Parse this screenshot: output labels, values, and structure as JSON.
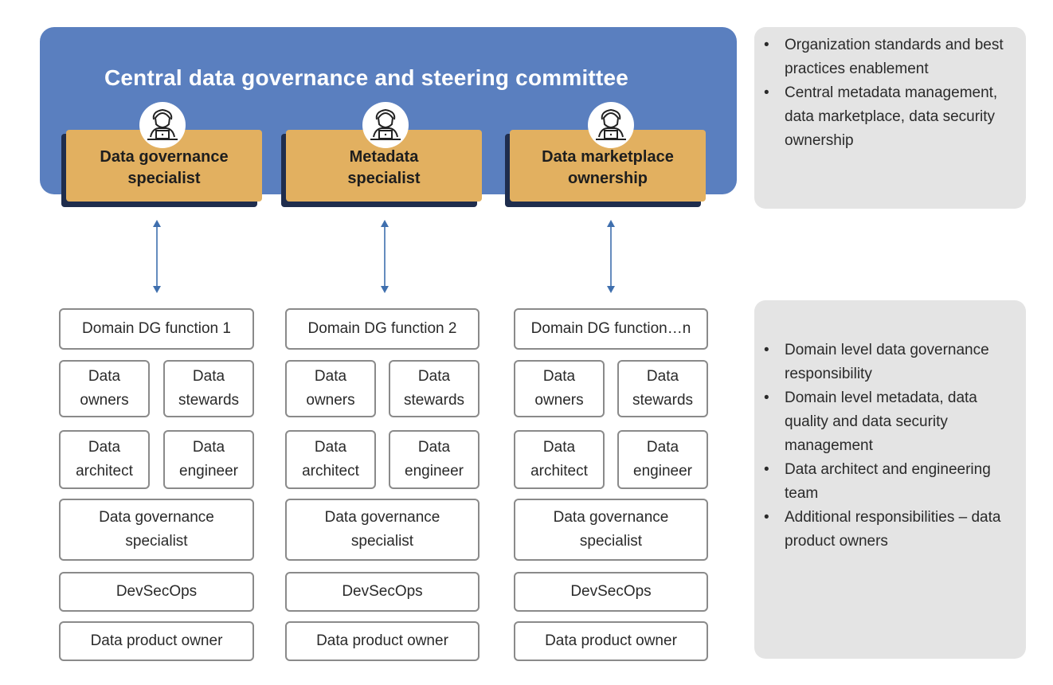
{
  "committee": {
    "title": "Central data governance and steering committee"
  },
  "specialists": [
    {
      "label": "Data governance specialist",
      "icon": "user-laptop-icon"
    },
    {
      "label": "Metadata specialist",
      "icon": "user-laptop-icon"
    },
    {
      "label": "Data marketplace ownership",
      "icon": "user-laptop-icon"
    }
  ],
  "domains": [
    {
      "function": "Domain DG function 1",
      "owners": "Data owners",
      "stewards": "Data stewards",
      "architect": "Data architect",
      "engineer": "Data engineer",
      "dg_specialist": "Data governance specialist",
      "devsecops": "DevSecOps",
      "product_owner": "Data product owner"
    },
    {
      "function": "Domain DG function 2",
      "owners": "Data owners",
      "stewards": "Data stewards",
      "architect": "Data architect",
      "engineer": "Data engineer",
      "dg_specialist": "Data governance specialist",
      "devsecops": "DevSecOps",
      "product_owner": "Data product owner"
    },
    {
      "function": "Domain DG function…n",
      "owners": "Data owners",
      "stewards": "Data stewards",
      "architect": "Data architect",
      "engineer": "Data engineer",
      "dg_specialist": "Data governance specialist",
      "devsecops": "DevSecOps",
      "product_owner": "Data product owner"
    }
  ],
  "central_notes": [
    "Organization standards and best practices enablement",
    "Central metadata management, data marketplace, data security ownership"
  ],
  "domain_notes": [
    "Domain level data governance responsibility",
    "Domain level metadata, data quality and  data security management",
    "Data architect and engineering team",
    "Additional responsibilities – data product owners"
  ],
  "colors": {
    "committee": "#5a7fbf",
    "specialist_card": "#e2b060",
    "card_shadow": "#1f2d4d",
    "arrow": "#3f6fae",
    "panel": "#e4e4e4",
    "box_border": "#8a8a8a"
  }
}
